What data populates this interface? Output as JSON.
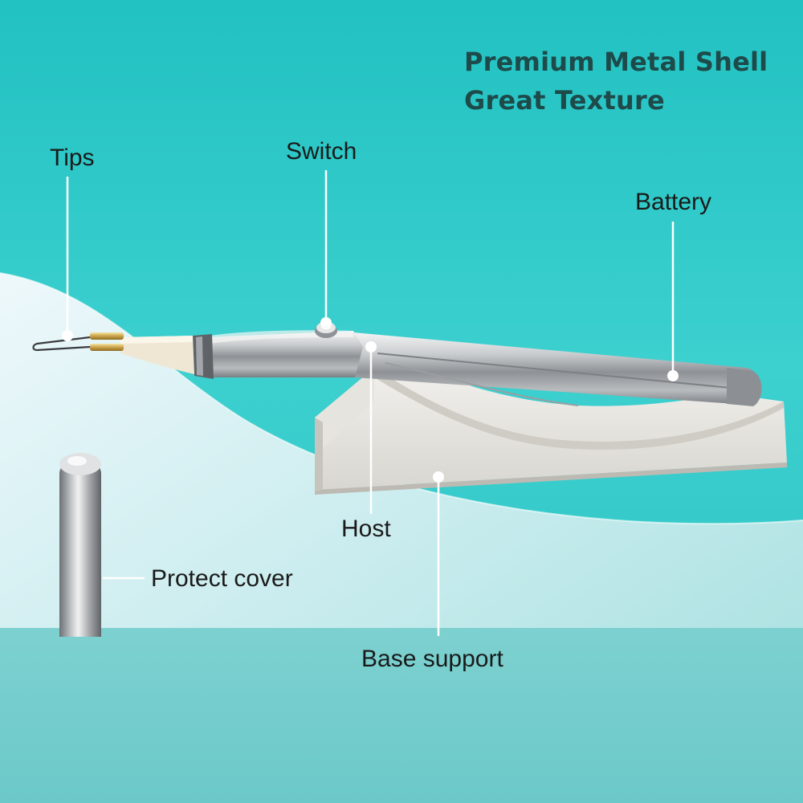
{
  "headline": {
    "line1": "Premium Metal Shell",
    "line2": "Great Texture"
  },
  "callouts": {
    "tips": "Tips",
    "switch": "Switch",
    "battery": "Battery",
    "host": "Host",
    "protect_cover": "Protect cover",
    "base_support": "Base support"
  },
  "colors": {
    "background_teal": "#2ec4c4",
    "floor_teal": "#74cdcd",
    "headline_text": "#1e4a4a",
    "label_text": "#1a1a1a"
  }
}
